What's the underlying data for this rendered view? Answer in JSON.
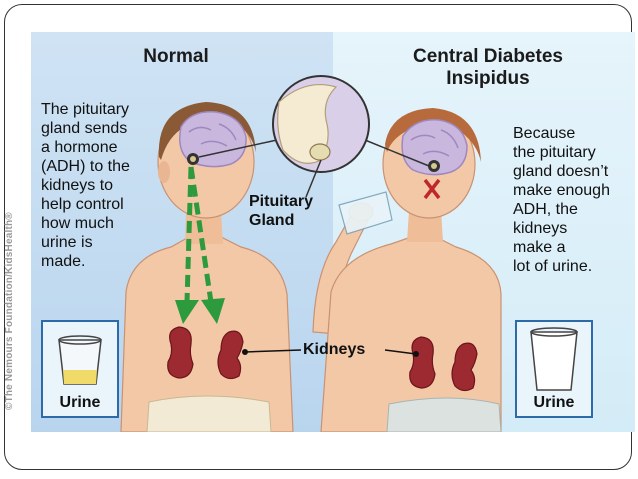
{
  "normal": {
    "title": "Normal",
    "description": "The pituitary\ngland sends\na hormone\n(ADH) to the\nkidneys to\nhelp control\nhow much\nurine is\nmade.",
    "urine_label": "Urine"
  },
  "cdi": {
    "title": "Central Diabetes\nInsipidus",
    "description": "Because\nthe pituitary\ngland doesn’t\nmake enough\nADH, the\nkidneys\nmake a\nlot of urine.",
    "urine_label": "Urine"
  },
  "labels": {
    "pituitary": "Pituitary\nGland",
    "kidneys": "Kidneys"
  },
  "watermark": "©The Nemours Foundation/KidsHealth®",
  "colors": {
    "left_bg": "#c3dcf1",
    "right_bg": "#dcf0f9",
    "arrow": "#2e9a3e",
    "x_mark": "#c0272d",
    "skin": "#f3c8a7",
    "kidney": "#9c2a30"
  }
}
